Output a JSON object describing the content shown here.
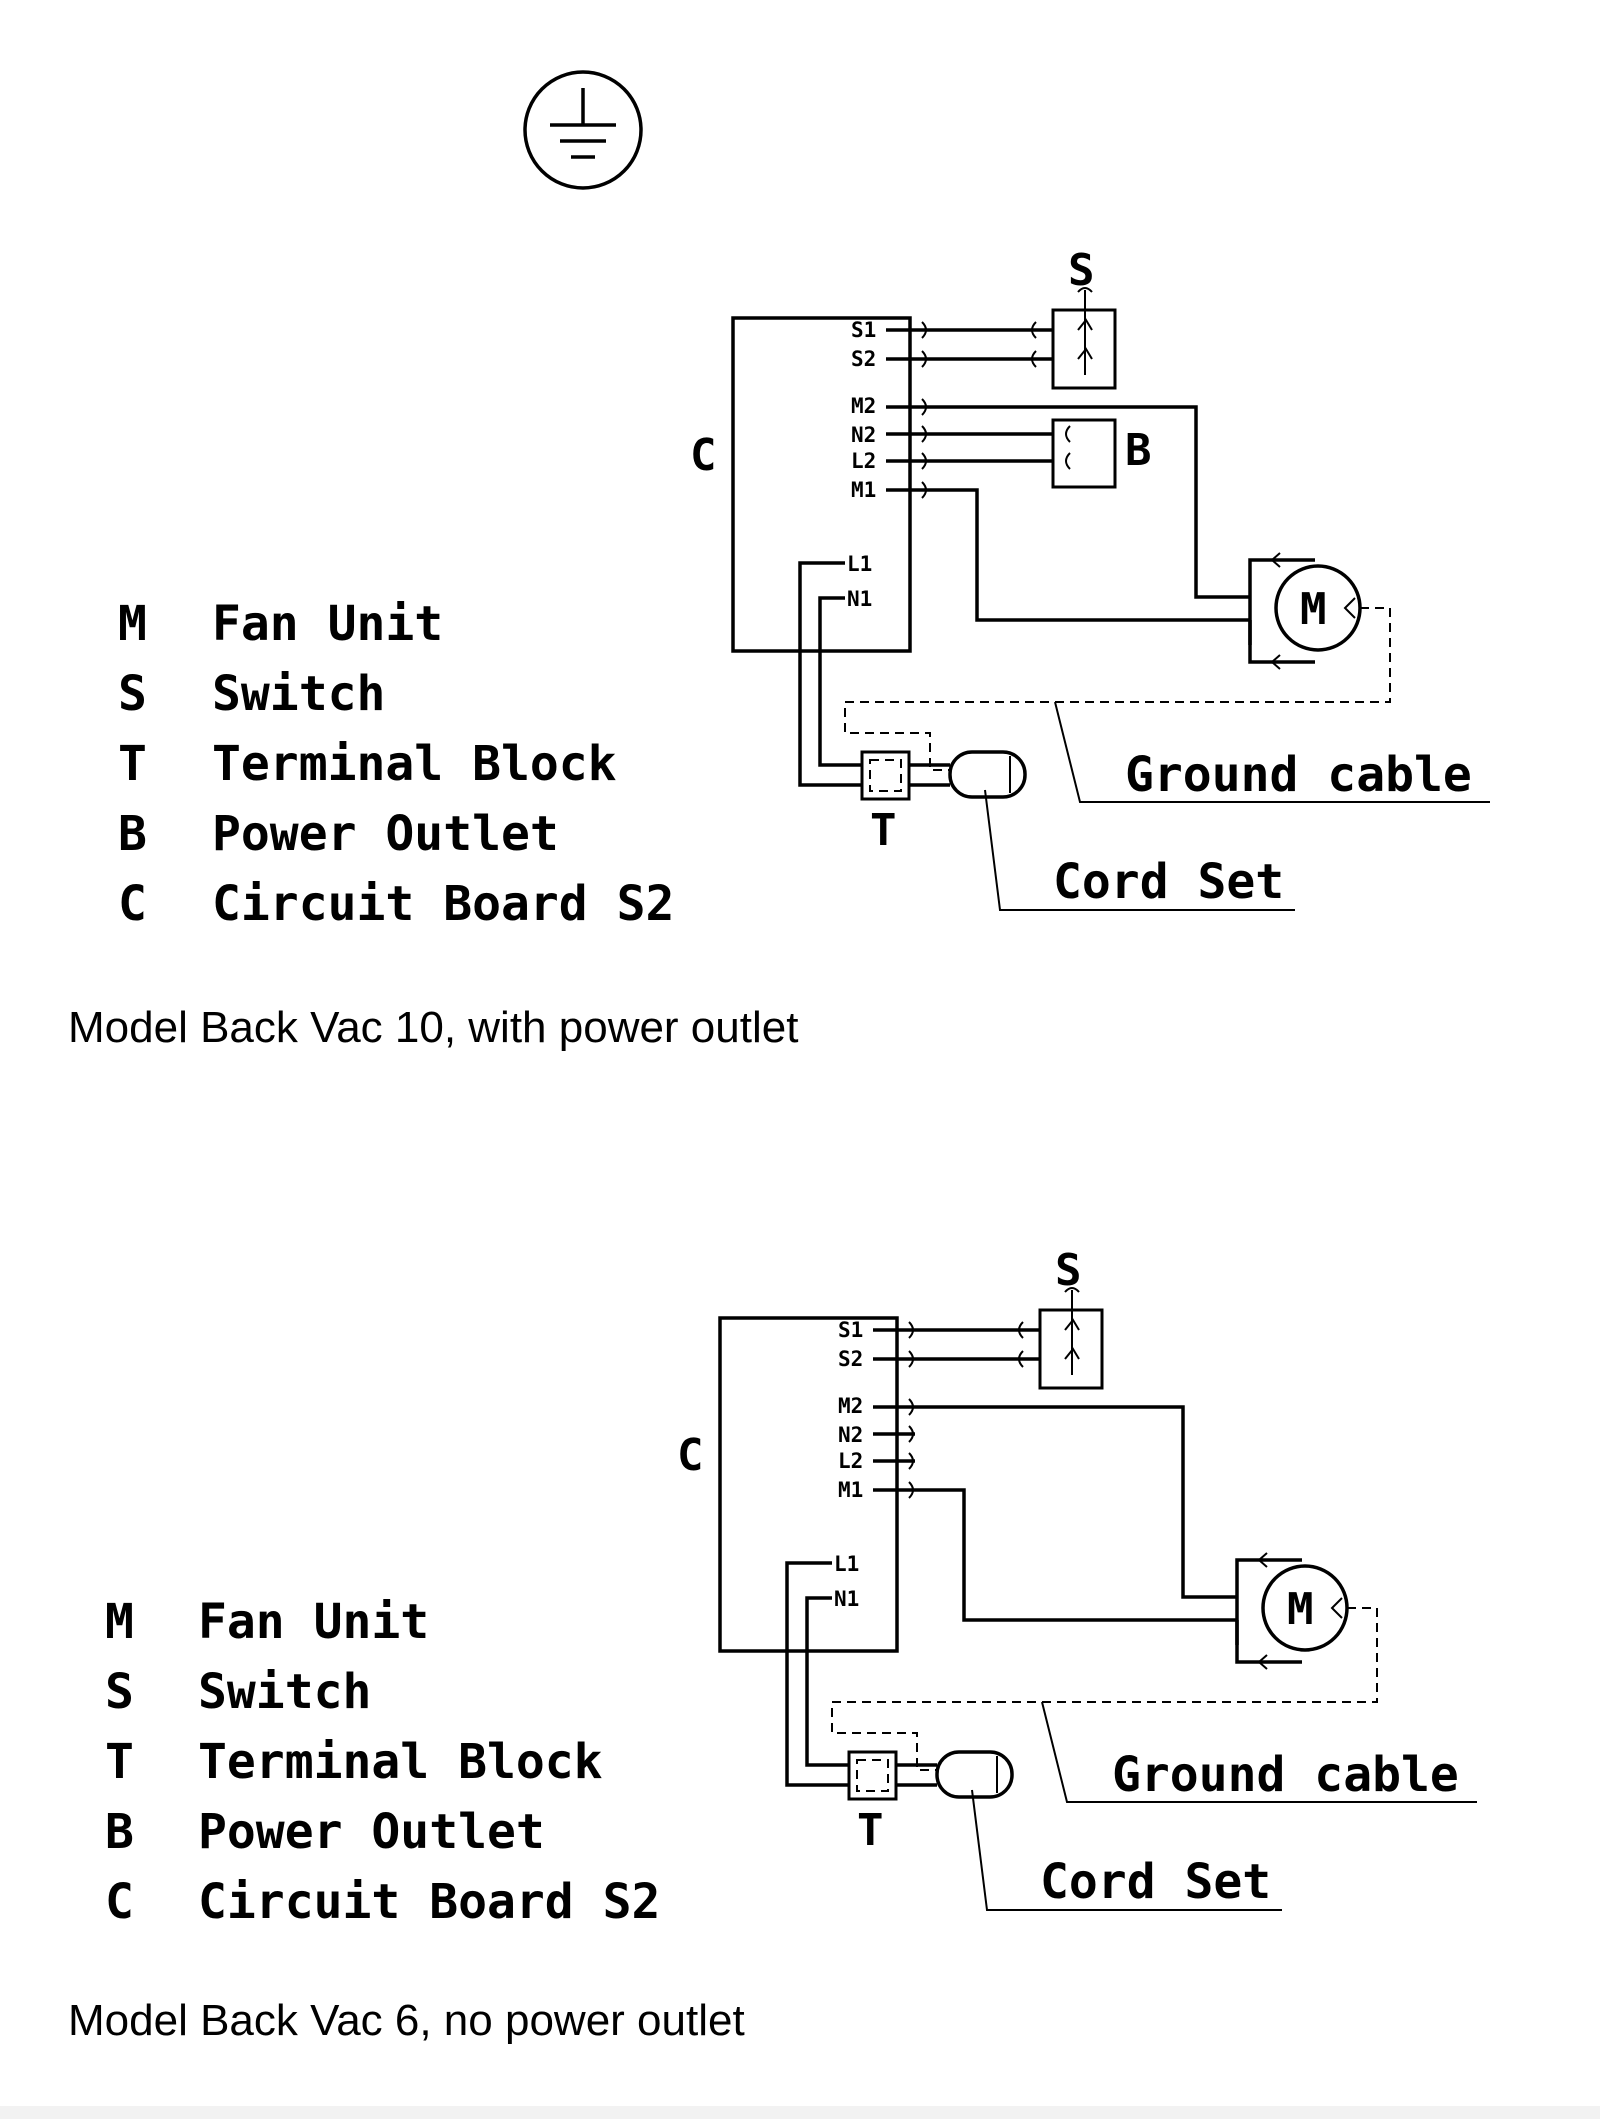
{
  "ground_symbol": {
    "icon": "protective-earth-icon"
  },
  "diagrams": [
    {
      "id": "backvac10",
      "caption": "Model Back Vac 10, with power outlet",
      "legend": [
        {
          "key": "M",
          "label": "Fan Unit"
        },
        {
          "key": "S",
          "label": "Switch"
        },
        {
          "key": "T",
          "label": "Terminal Block"
        },
        {
          "key": "B",
          "label": "Power Outlet"
        },
        {
          "key": "C",
          "label": "Circuit Board S2"
        }
      ],
      "component_labels": {
        "board": "C",
        "switch": "S",
        "outlet": "B",
        "motor": "M",
        "terminal": "T"
      },
      "terminals": [
        "S1",
        "S2",
        "M2",
        "N2",
        "L2",
        "M1",
        "L1",
        "N1"
      ],
      "callouts": {
        "ground": "Ground cable",
        "cord": "Cord Set"
      }
    },
    {
      "id": "backvac6",
      "caption": "Model Back Vac 6, no power outlet",
      "legend": [
        {
          "key": "M",
          "label": "Fan Unit"
        },
        {
          "key": "S",
          "label": "Switch"
        },
        {
          "key": "T",
          "label": "Terminal Block"
        },
        {
          "key": "B",
          "label": "Power Outlet"
        },
        {
          "key": "C",
          "label": "Circuit Board S2"
        }
      ],
      "component_labels": {
        "board": "C",
        "switch": "S",
        "motor": "M",
        "terminal": "T"
      },
      "terminals": [
        "S1",
        "S2",
        "M2",
        "N2",
        "L2",
        "M1",
        "L1",
        "N1"
      ],
      "callouts": {
        "ground": "Ground cable",
        "cord": "Cord Set"
      }
    }
  ]
}
